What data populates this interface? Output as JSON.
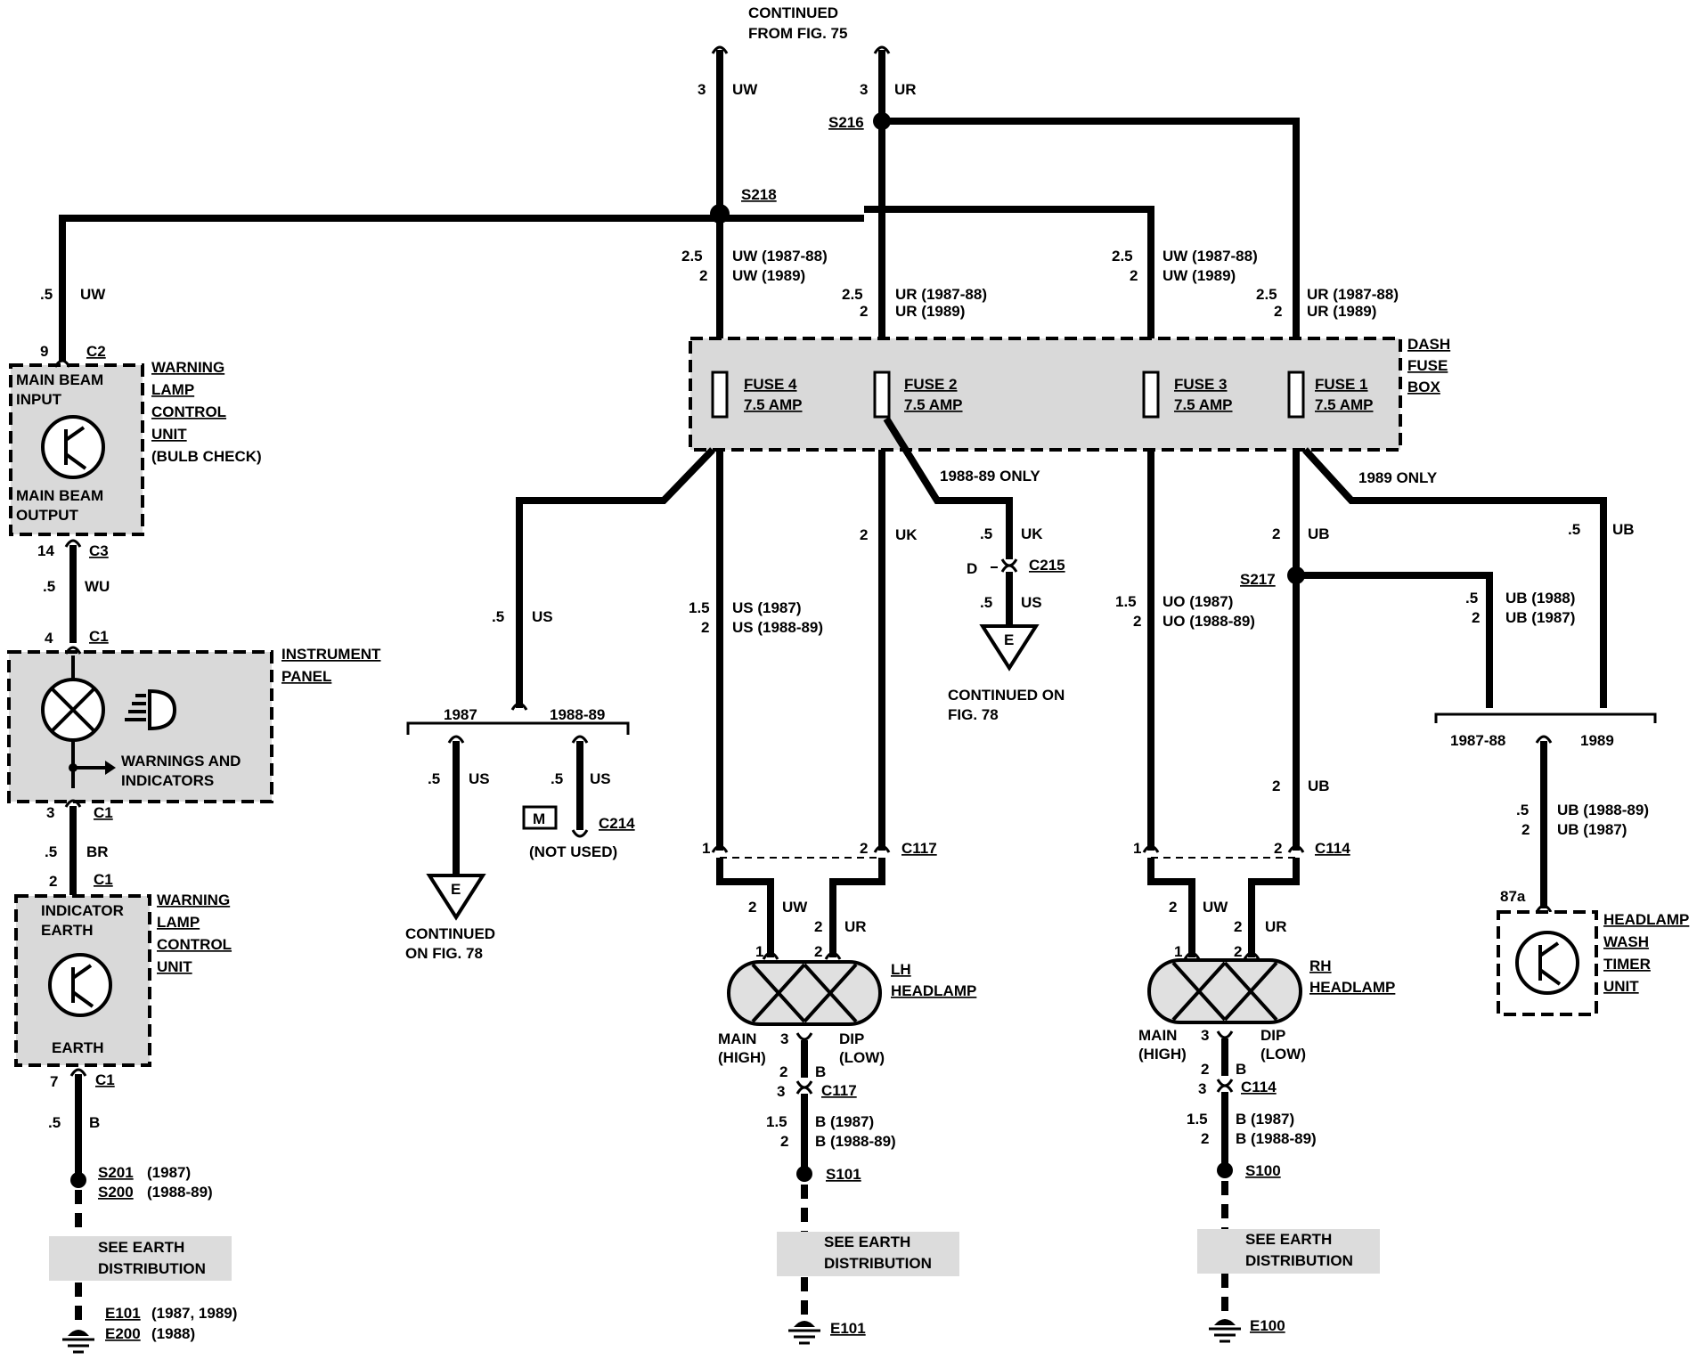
{
  "header": {
    "line1": "CONTINUED",
    "line2": "FROM FIG. 75"
  },
  "feeds": {
    "left": {
      "size": "3",
      "color": "UW"
    },
    "right": {
      "size": "3",
      "color": "UR"
    }
  },
  "splices": {
    "s216": "S216",
    "s218": "S218",
    "s217": "S217"
  },
  "warning_unit_top": {
    "lines": [
      "WARNING",
      "LAMP",
      "CONTROL",
      "UNIT",
      "(BULB CHECK)"
    ],
    "input_label": [
      "MAIN BEAM",
      "INPUT"
    ],
    "output_label": [
      "MAIN BEAM",
      "OUTPUT"
    ],
    "pin_top": "9",
    "conn_top": "C2",
    "pin_bottom": "14",
    "conn_bottom": "C3",
    "wire_in": {
      "size": ".5",
      "color": "UW"
    },
    "wire_out": {
      "size": ".5",
      "color": "WU"
    }
  },
  "instrument_panel": {
    "lines": [
      "INSTRUMENT",
      "PANEL"
    ],
    "inner": [
      "WARNINGS AND",
      "INDICATORS"
    ],
    "pin_top": "4",
    "conn_top": "C1",
    "pin_bottom": "3",
    "conn_bottom": "C1",
    "wire_out": {
      "size": ".5",
      "color": "BR"
    }
  },
  "warning_unit_bottom": {
    "lines": [
      "WARNING",
      "LAMP",
      "CONTROL",
      "UNIT"
    ],
    "top_label": [
      "INDICATOR",
      "EARTH"
    ],
    "bottom_label": "EARTH",
    "pin_top": "2",
    "conn_top": "C1",
    "pin_bottom": "7",
    "conn_bottom": "C1",
    "wire_out": {
      "size": ".5",
      "color": "B"
    },
    "splice1": "S201",
    "splice1_year": "(1987)",
    "splice2": "S200",
    "splice2_year": "(1988-89)",
    "see": [
      "SEE EARTH",
      "DISTRIBUTION"
    ],
    "earth1": "E101",
    "earth1_year": "(1987, 1989)",
    "earth2": "E200",
    "earth2_year": "(1988)"
  },
  "fuse_box": {
    "lines": [
      "DASH",
      "FUSE",
      "BOX"
    ],
    "fuses": [
      {
        "name": "FUSE 4",
        "rating": "7.5 AMP"
      },
      {
        "name": "FUSE 2",
        "rating": "7.5 AMP"
      },
      {
        "name": "FUSE 3",
        "rating": "7.5 AMP"
      },
      {
        "name": "FUSE 1",
        "rating": "7.5 AMP"
      }
    ]
  },
  "fuse_inputs": {
    "f4": [
      {
        "size": "2.5",
        "color": "UW (1987-88)"
      },
      {
        "size": "2",
        "color": "UW (1989)"
      }
    ],
    "f2": [
      {
        "size": "2.5",
        "color": "UR (1987-88)"
      },
      {
        "size": "2",
        "color": "UR (1989)"
      }
    ],
    "f3": [
      {
        "size": "2.5",
        "color": "UW (1987-88)"
      },
      {
        "size": "2",
        "color": "UW (1989)"
      }
    ],
    "f1": [
      {
        "size": "2.5",
        "color": "UR (1987-88)"
      },
      {
        "size": "2",
        "color": "UR (1989)"
      }
    ]
  },
  "left_branch": {
    "wire": {
      "size": ".5",
      "color": "US"
    },
    "year_left": "1987",
    "year_right": "1988-89",
    "drop_left": {
      "size": ".5",
      "color": "US"
    },
    "drop_right": {
      "size": ".5",
      "color": "US"
    },
    "ground": "E",
    "continued": [
      "CONTINUED",
      "ON FIG. 78"
    ],
    "m_box": "M",
    "c214": "C214",
    "not_used": "(NOT USED)"
  },
  "lh_feeds": {
    "f4_out": [
      {
        "size": "1.5",
        "color": "US (1987)"
      },
      {
        "size": "2",
        "color": "US (1988-89)"
      }
    ],
    "f2_out": {
      "size": "2",
      "color": "UK"
    },
    "only_label": "1988-89 ONLY",
    "uk_branch": {
      "size": ".5",
      "color": "UK"
    },
    "c215": "C215",
    "d_label": "D",
    "us_branch": {
      "size": ".5",
      "color": "US"
    },
    "ground": "E",
    "continued": [
      "CONTINUED ON",
      "FIG. 78"
    ]
  },
  "rh_feeds": {
    "f3_out": [
      {
        "size": "1.5",
        "color": "UO (1987)"
      },
      {
        "size": "2",
        "color": "UO (1988-89)"
      }
    ],
    "f1_out": {
      "size": "2",
      "color": "UB"
    },
    "only_label": "1989 ONLY",
    "ub_branch": {
      "size": ".5",
      "color": "UB"
    },
    "s217_out": [
      {
        "size": ".5",
        "color": "UB (1988)"
      },
      {
        "size": "2",
        "color": "UB (1987)"
      }
    ],
    "f1_after": {
      "size": "2",
      "color": "UB"
    }
  },
  "headlamp_wash": {
    "year_left": "1987-88",
    "year_right": "1989",
    "wire": [
      {
        "size": ".5",
        "color": "UB (1988-89)"
      },
      {
        "size": "2",
        "color": "UB (1987)"
      }
    ],
    "pin": "87a",
    "lines": [
      "HEADLAMP",
      "WASH",
      "TIMER",
      "UNIT"
    ]
  },
  "lh_headlamp": {
    "conn": "C117",
    "pin1": "1",
    "pin2": "2",
    "wire_main": {
      "size": "2",
      "color": "UW"
    },
    "wire_dip": {
      "size": "2",
      "color": "UR"
    },
    "lamp_pin1": "1",
    "lamp_pin2": "2",
    "lines": [
      "LH",
      "HEADLAMP"
    ],
    "main": [
      "MAIN",
      "(HIGH)"
    ],
    "dip": [
      "DIP",
      "(LOW)"
    ],
    "pin3": "3",
    "earth_wire": {
      "size": "2",
      "color": "B"
    },
    "conn2_pin": "3",
    "conn2": "C117",
    "ground_wires": [
      {
        "size": "1.5",
        "color": "B (1987)"
      },
      {
        "size": "2",
        "color": "B (1988-89)"
      }
    ],
    "splice": "S101",
    "see": [
      "SEE EARTH",
      "DISTRIBUTION"
    ],
    "earth": "E101"
  },
  "rh_headlamp": {
    "conn": "C114",
    "pin1": "1",
    "pin2": "2",
    "wire_main": {
      "size": "2",
      "color": "UW"
    },
    "wire_dip": {
      "size": "2",
      "color": "UR"
    },
    "lamp_pin1": "1",
    "lamp_pin2": "2",
    "lines": [
      "RH",
      "HEADLAMP"
    ],
    "main": [
      "MAIN",
      "(HIGH)"
    ],
    "dip": [
      "DIP",
      "(LOW)"
    ],
    "pin3": "3",
    "earth_wire": {
      "size": "2",
      "color": "B"
    },
    "conn2_pin": "3",
    "conn2": "C114",
    "ground_wires": [
      {
        "size": "1.5",
        "color": "B (1987)"
      },
      {
        "size": "2",
        "color": "B (1988-89)"
      }
    ],
    "splice": "S100",
    "see": [
      "SEE EARTH",
      "DISTRIBUTION"
    ],
    "earth": "E100"
  }
}
